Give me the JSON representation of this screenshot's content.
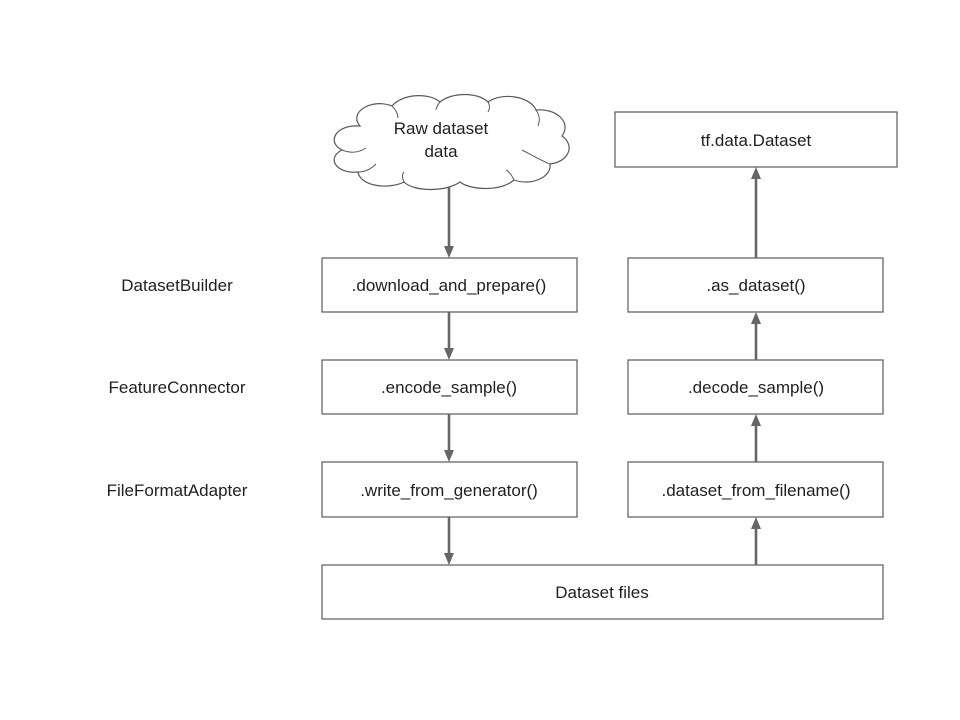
{
  "diagram": {
    "type": "flowchart",
    "colors": {
      "line": "#666666",
      "text": "#1f1f1f",
      "box_fill": "#ffffff"
    },
    "row_labels": [
      {
        "id": "dataset-builder",
        "label": "DatasetBuilder"
      },
      {
        "id": "feature-connector",
        "label": "FeatureConnector"
      },
      {
        "id": "file-format-adapter",
        "label": "FileFormatAdapter"
      }
    ],
    "source": {
      "line1": "Raw dataset",
      "line2": "data",
      "shape": "cloud"
    },
    "write_path": [
      {
        "id": "download-and-prepare",
        "label": ".download_and_prepare()"
      },
      {
        "id": "encode-sample",
        "label": ".encode_sample()"
      },
      {
        "id": "write-from-generator",
        "label": ".write_from_generator()"
      }
    ],
    "storage": {
      "id": "dataset-files",
      "label": "Dataset files"
    },
    "read_path": [
      {
        "id": "dataset-from-filename",
        "label": ".dataset_from_filename()"
      },
      {
        "id": "decode-sample",
        "label": ".decode_sample()"
      },
      {
        "id": "as-dataset",
        "label": ".as_dataset()"
      }
    ],
    "output": {
      "id": "tf-data-dataset",
      "label": "tf.data.Dataset"
    },
    "edges": [
      {
        "from": "Raw dataset data",
        "to": ".download_and_prepare()",
        "direction": "down"
      },
      {
        "from": ".download_and_prepare()",
        "to": ".encode_sample()",
        "direction": "down"
      },
      {
        "from": ".encode_sample()",
        "to": ".write_from_generator()",
        "direction": "down"
      },
      {
        "from": ".write_from_generator()",
        "to": "Dataset files",
        "direction": "down"
      },
      {
        "from": "Dataset files",
        "to": ".dataset_from_filename()",
        "direction": "up"
      },
      {
        "from": ".dataset_from_filename()",
        "to": ".decode_sample()",
        "direction": "up"
      },
      {
        "from": ".decode_sample()",
        "to": ".as_dataset()",
        "direction": "up"
      },
      {
        "from": ".as_dataset()",
        "to": "tf.data.Dataset",
        "direction": "up"
      }
    ]
  }
}
